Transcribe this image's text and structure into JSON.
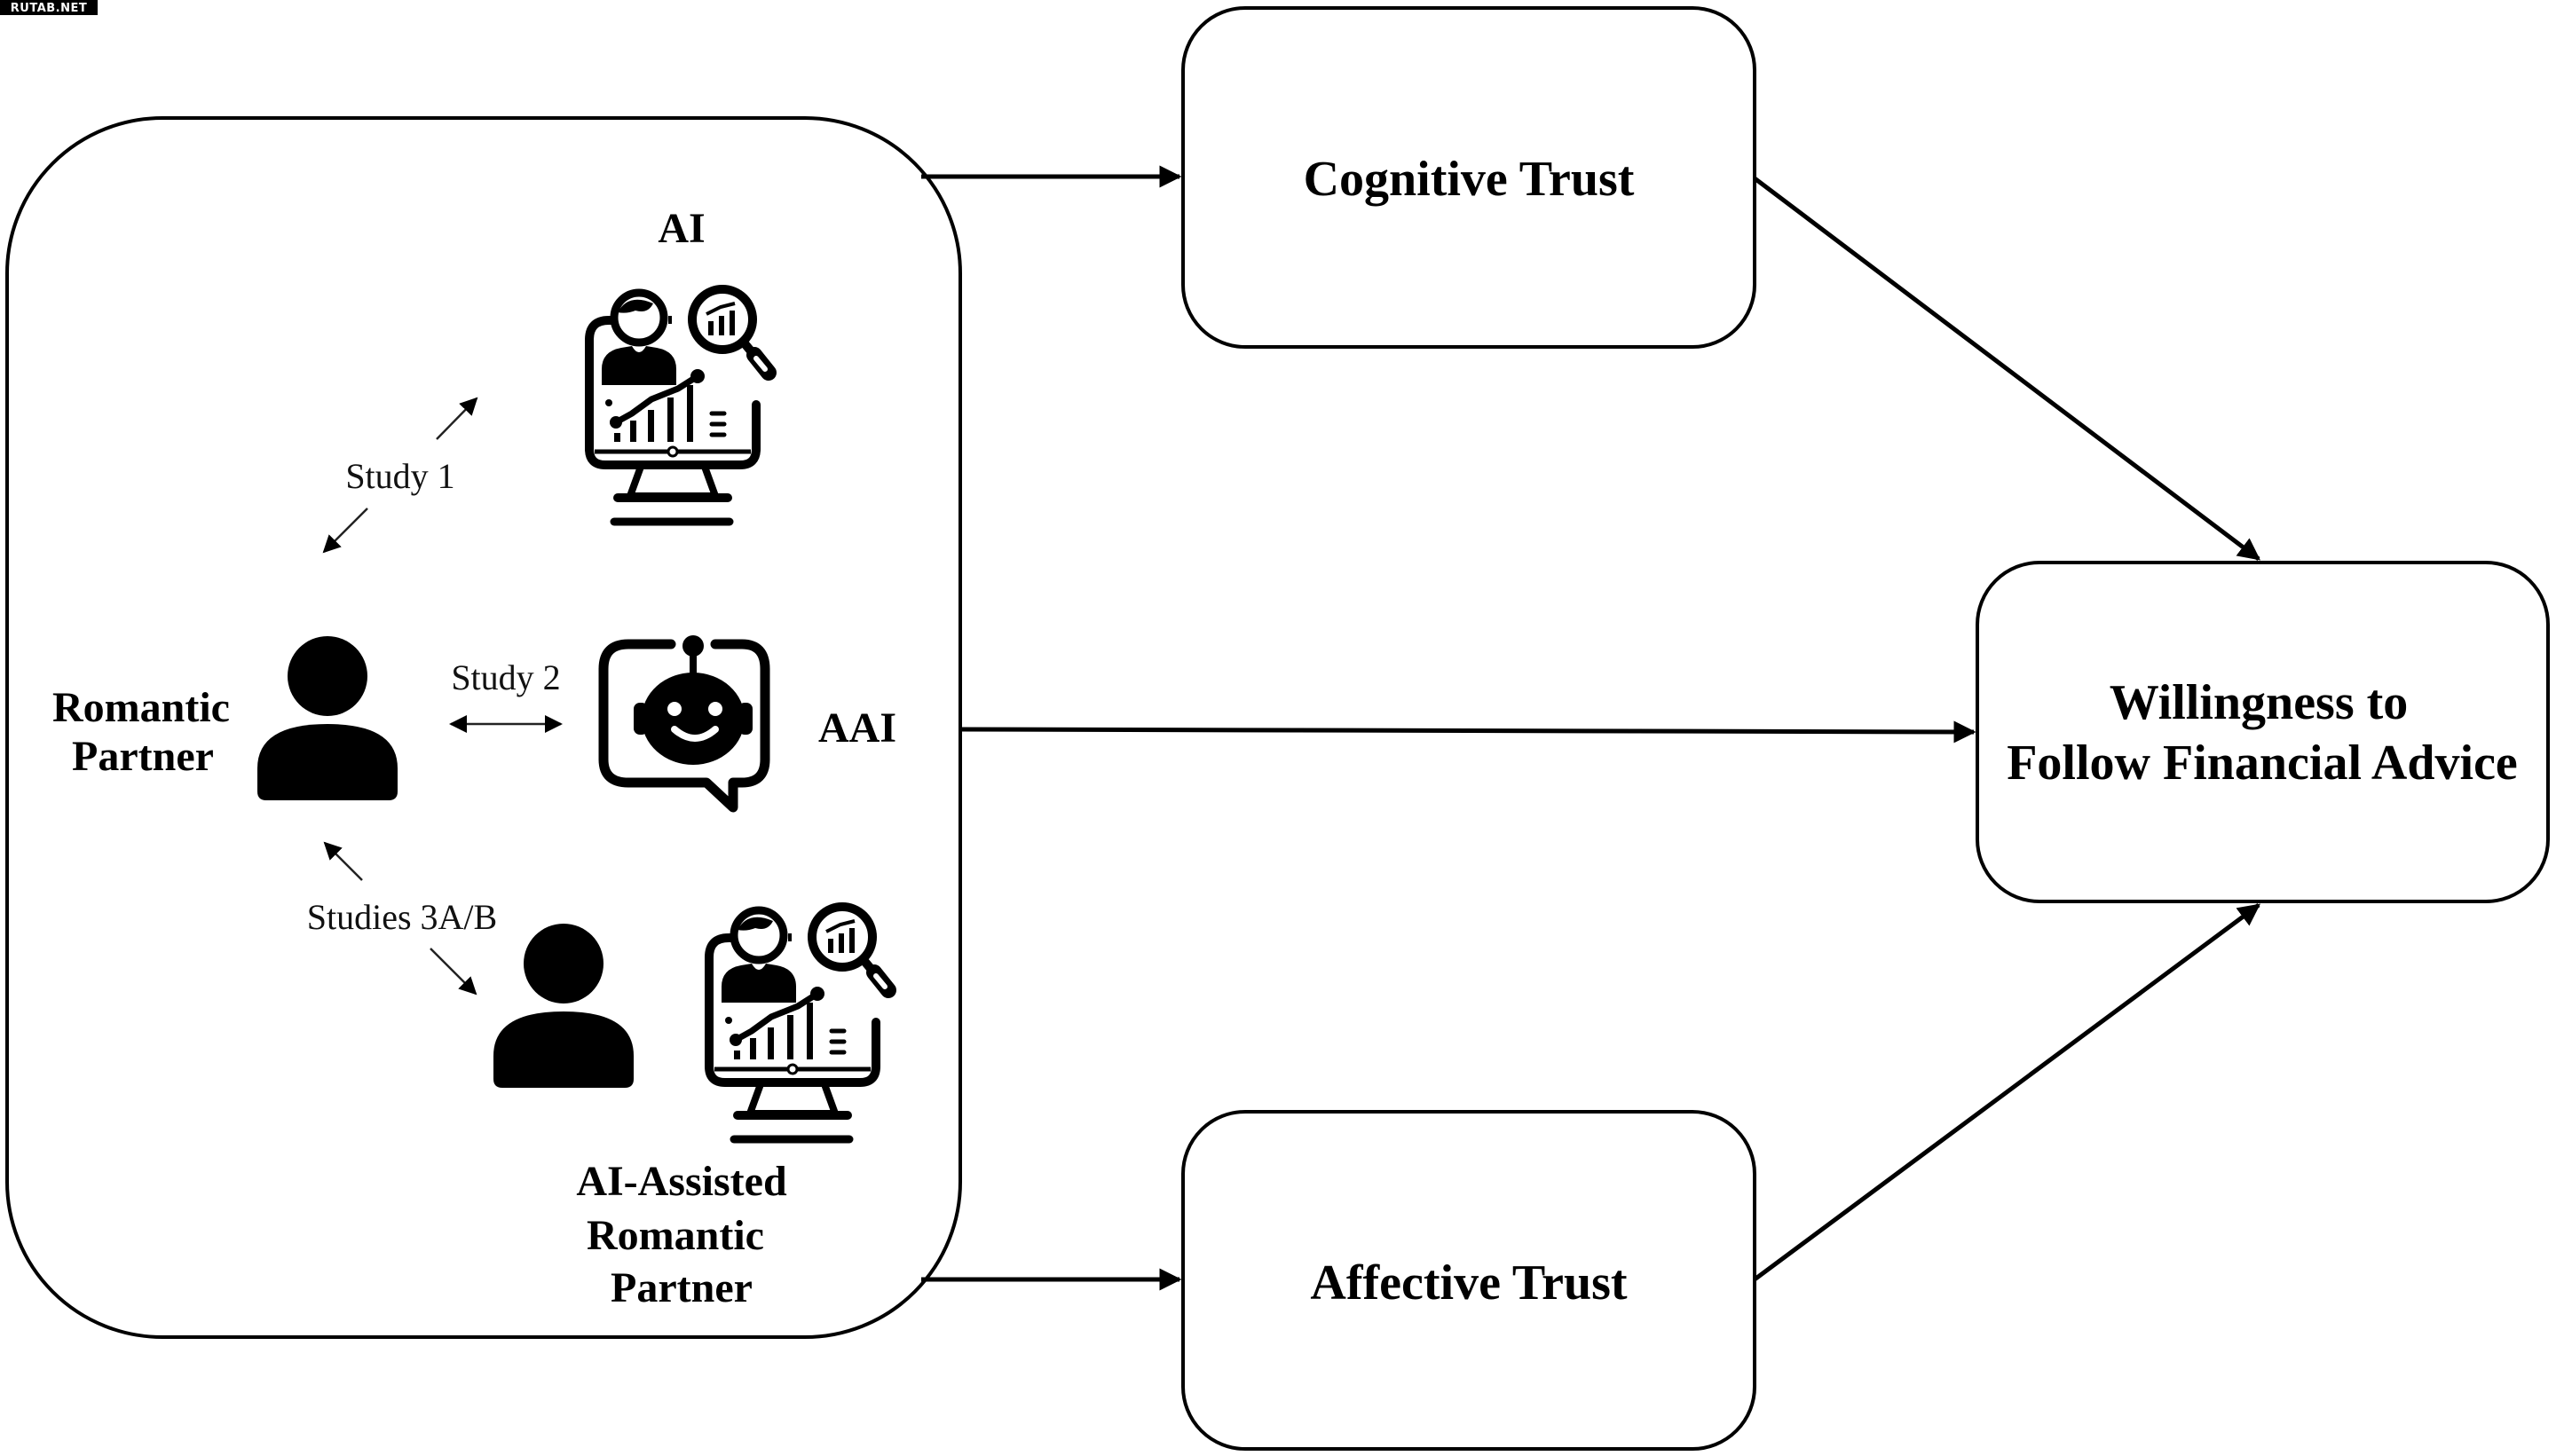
{
  "watermark": "RUTAB.NET",
  "left_panel": {
    "targets": {
      "ai": "AI",
      "aai": "AAI",
      "ai_assisted": [
        "AI-Assisted",
        "Romantic",
        "Partner"
      ]
    },
    "source": [
      "Romantic",
      "Partner"
    ],
    "comparisons": {
      "study1": "Study  1",
      "study2": "Study  2",
      "study3": "Studies  3A/B"
    },
    "icons": {
      "source_person": "person-icon",
      "ai": "ai-analyst-monitor-icon",
      "aai": "robot-chat-icon",
      "assisted_person": "person-icon",
      "assisted_ai": "ai-analyst-monitor-icon"
    }
  },
  "mediators": {
    "cognitive": "Cognitive Trust",
    "affective": "Affective Trust"
  },
  "outcome": [
    "Willingness to",
    "Follow Financial Advice"
  ],
  "colors": {
    "stroke": "#000000",
    "background": "#ffffff"
  }
}
